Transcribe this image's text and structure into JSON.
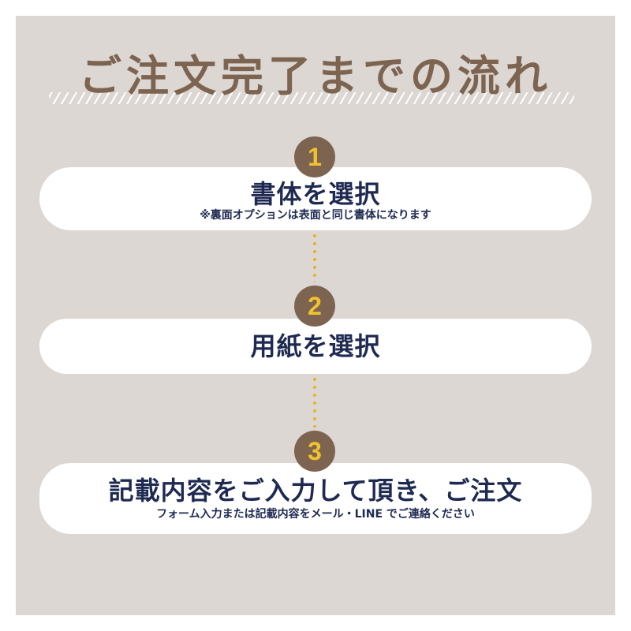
{
  "title": "ご注文完了までの流れ",
  "colors": {
    "background": "#dcd7d3",
    "title": "#7d6450",
    "badge": "#7d6450",
    "badge_number": "#f2c12e",
    "card_text": "#1f2a52",
    "connector": "#e8b419"
  },
  "steps": [
    {
      "number": "1",
      "heading": "書体を選択",
      "note": "※裏面オプションは表面と同じ書体になります"
    },
    {
      "number": "2",
      "heading": "用紙を選択"
    },
    {
      "number": "3",
      "heading": "記載内容をご入力して頂き、ご注文",
      "note": "フォーム入力または記載内容をメール・LINE でご連絡ください"
    }
  ]
}
